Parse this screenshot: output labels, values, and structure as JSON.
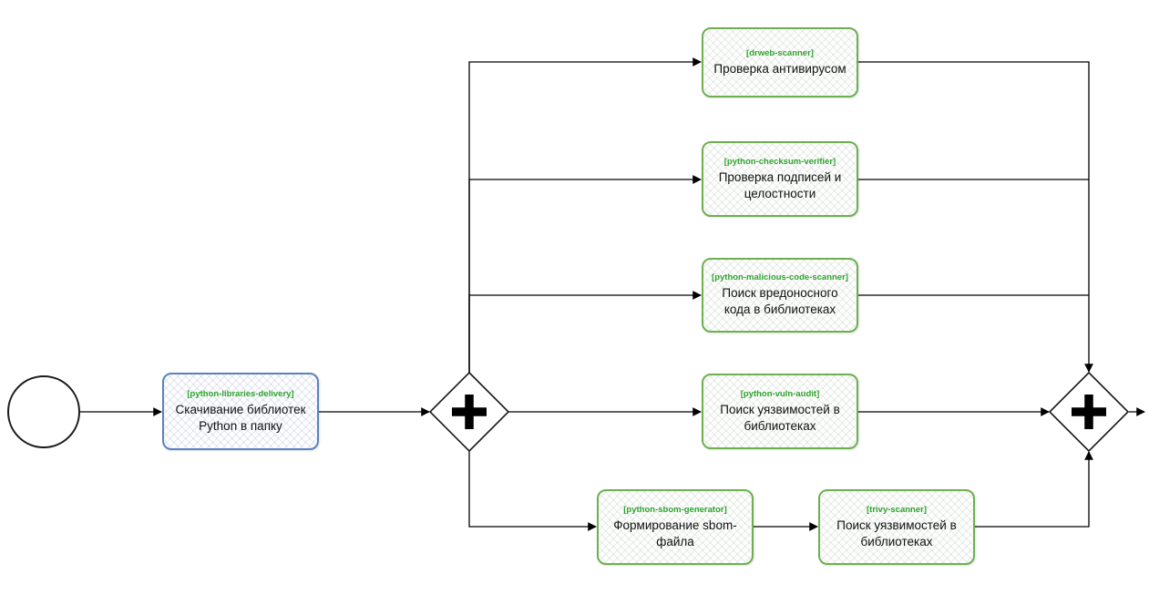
{
  "diagram_type": "bpmn-process",
  "tasks": [
    {
      "tag": "[python-libraries-delivery]",
      "label": "Скачивание библиотек Python в папку"
    },
    {
      "tag": "[drweb-scanner]",
      "label": "Проверка антивирусом"
    },
    {
      "tag": "[python-checksum-verifier]",
      "label": "Проверка подписей и целостности"
    },
    {
      "tag": "[python-malicious-code-scanner]",
      "label": "Поиск вредоносного кода в библиотеках"
    },
    {
      "tag": "[python-vuln-audit]",
      "label": "Поиск уязвимостей в библиотеках"
    },
    {
      "tag": "[python-sbom-generator]",
      "label": "Формирование sbom-файла"
    },
    {
      "tag": "[trivy-scanner]",
      "label": "Поиск уязвимостей в библиотеках"
    }
  ],
  "gateways": [
    {
      "kind": "parallel-split"
    },
    {
      "kind": "parallel-join"
    }
  ],
  "colors": {
    "background": "#ffffff",
    "task_border_green": "#6faf50",
    "task_border_blue": "#5b82c0",
    "tag_text_green": "#2fa42f",
    "connector": "#000000",
    "gateway_border": "#1a1a1a"
  }
}
